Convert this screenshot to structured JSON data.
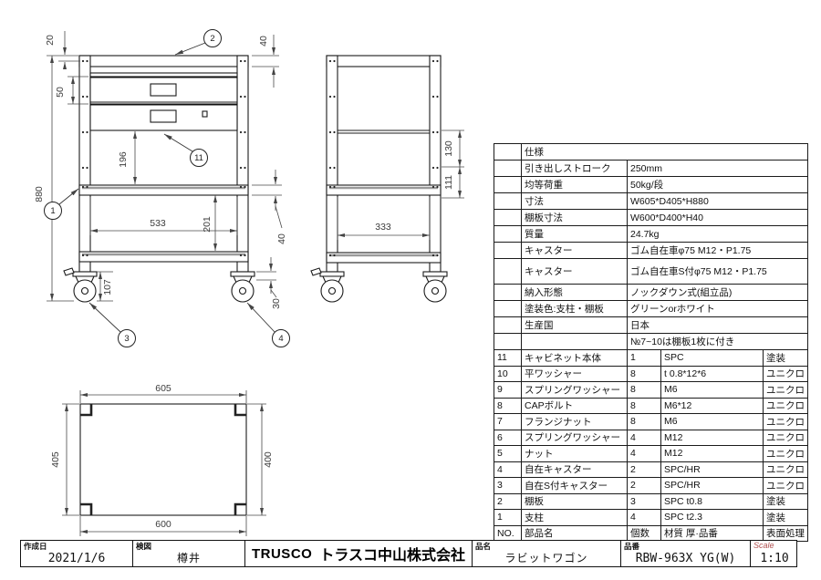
{
  "drawing": {
    "front": {
      "balloon_1": "1",
      "balloon_2": "2",
      "balloon_3": "3",
      "balloon_4": "4",
      "balloon_11": "11",
      "dim_height": "880",
      "dim_top_gap": "20",
      "dim_drawer": "50",
      "dim_under_cabinet": "196",
      "dim_inner_width": "533",
      "dim_shelf_pitch": "201",
      "dim_caster_height": "107",
      "dim_top_shelf": "40",
      "dim_mid_shelf": "40",
      "dim_plate": "30"
    },
    "side": {
      "dim_hole_upper": "130",
      "dim_hole_lower": "111",
      "dim_inner_depth": "333"
    },
    "top": {
      "dim_width_top": "605",
      "dim_depth_left": "405",
      "dim_depth_right": "400",
      "dim_width_bottom": "600"
    }
  },
  "spec": {
    "title": "仕様",
    "rows": [
      {
        "label": "引き出しストローク",
        "value": "250mm"
      },
      {
        "label": "均等荷重",
        "value": "50kg/段"
      },
      {
        "label": "寸法",
        "value": "W605*D405*H880"
      },
      {
        "label": "棚板寸法",
        "value": "W600*D400*H40"
      },
      {
        "label": "質量",
        "value": "24.7kg"
      },
      {
        "label": "キャスター",
        "value": "ゴム自在車φ75 M12・P1.75"
      },
      {
        "label": "キャスター",
        "value": "ゴム自在車S付φ75 M12・P1.75"
      },
      {
        "label": "納入形態",
        "value": "ノックダウン式(組立品)"
      },
      {
        "label": "塗装色:支柱・棚板",
        "value": "グリーンorホワイト"
      },
      {
        "label": "生産国",
        "value": "日本"
      },
      {
        "label": "",
        "value": "№7~10は棚板1枚に付き"
      }
    ]
  },
  "parts": {
    "rows": [
      {
        "no": "11",
        "name": "キャビネット本体",
        "qty": "1",
        "material": "SPC",
        "finish": "塗装"
      },
      {
        "no": "10",
        "name": "平ワッシャー",
        "qty": "8",
        "material": "t 0.8*12*6",
        "finish": "ユニクロ"
      },
      {
        "no": "9",
        "name": "スプリングワッシャー",
        "qty": "8",
        "material": "M6",
        "finish": "ユニクロ"
      },
      {
        "no": "8",
        "name": "CAPボルト",
        "qty": "8",
        "material": "M6*12",
        "finish": "ユニクロ"
      },
      {
        "no": "7",
        "name": "フランジナット",
        "qty": "8",
        "material": "M6",
        "finish": "ユニクロ"
      },
      {
        "no": "6",
        "name": "スプリングワッシャー",
        "qty": "4",
        "material": "M12",
        "finish": "ユニクロ"
      },
      {
        "no": "5",
        "name": "ナット",
        "qty": "4",
        "material": "M12",
        "finish": "ユニクロ"
      },
      {
        "no": "4",
        "name": "自在キャスター",
        "qty": "2",
        "material": "SPC/HR",
        "finish": "ユニクロ"
      },
      {
        "no": "3",
        "name": "自在S付キャスター",
        "qty": "2",
        "material": "SPC/HR",
        "finish": "ユニクロ"
      },
      {
        "no": "2",
        "name": "棚板",
        "qty": "3",
        "material": "SPC  t0.8",
        "finish": "塗装"
      },
      {
        "no": "1",
        "name": "支柱",
        "qty": "4",
        "material": "SPC  t2.3",
        "finish": "塗装"
      }
    ],
    "header": {
      "no": "NO.",
      "name": "部品名",
      "qty": "個数",
      "material": "材質 厚·品番",
      "finish": "表面処理"
    }
  },
  "title_block": {
    "created_label": "作成日",
    "created_value": "2021/1/6",
    "checked_label": "検図",
    "checked_value": "樽井",
    "logo": "TRUSCO",
    "company": "トラスコ中山株式会社",
    "name_label": "品名",
    "name_value": "ラビットワゴン",
    "code_label": "品番",
    "code_value": "RBW-963X YG(W)",
    "scale_label": "Scale",
    "scale_value": "1:10"
  },
  "colors": {
    "line": "#1b1b1b",
    "dim_text": "#3d3d3d",
    "scale_label": "#b05050"
  }
}
